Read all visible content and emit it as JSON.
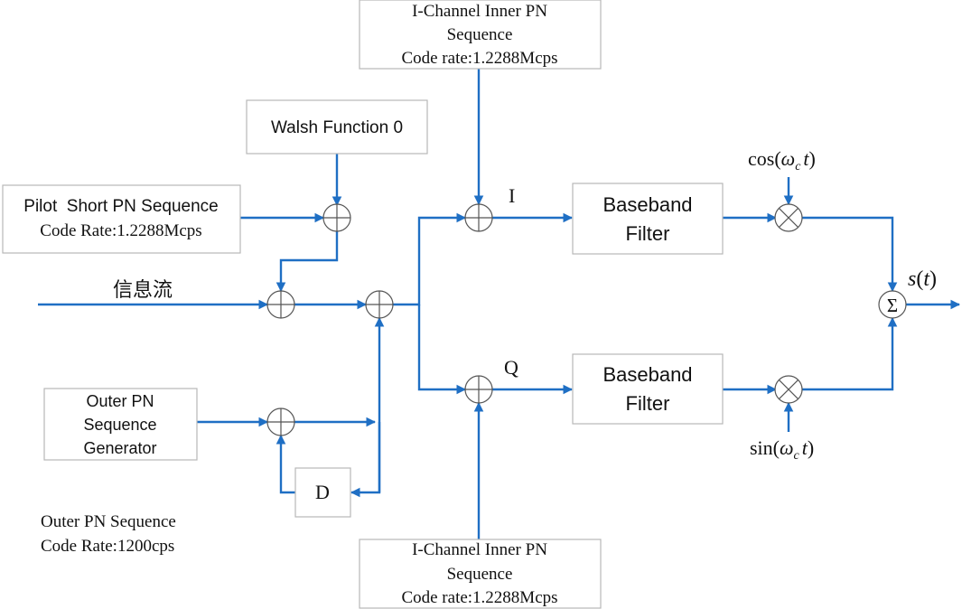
{
  "blocks": {
    "i_inner_pn_top": {
      "line1": "I-Channel Inner PN",
      "line2": "Sequence",
      "line3": "Code rate:1.2288Mcps"
    },
    "walsh": {
      "label": "Walsh Function 0"
    },
    "pilot_pn": {
      "line1": "Pilot  Short PN Sequence",
      "line2": "Code Rate:1.2288Mcps"
    },
    "outer_pn_gen": {
      "line1": "Outer PN",
      "line2": "Sequence",
      "line3": "Generator"
    },
    "delay": {
      "label": "D"
    },
    "baseband_top": {
      "line1": "Baseband",
      "line2": "Filter"
    },
    "baseband_bottom": {
      "line1": "Baseband",
      "line2": "Filter"
    },
    "i_inner_pn_bottom": {
      "line1": "I-Channel Inner PN",
      "line2": "Sequence",
      "line3": "Code rate:1.2288Mcps"
    }
  },
  "labels": {
    "info_stream": "信息流",
    "i_channel": "I",
    "q_channel": "Q",
    "cos_carrier": {
      "fn": "cos(",
      "omega": "ω",
      "sub": "c",
      "t": "t",
      "close": ")"
    },
    "sin_carrier": {
      "fn": "sin(",
      "omega": "ω",
      "sub": "c",
      "t": "t",
      "close": ")"
    },
    "output": {
      "s": "s",
      "open": "(",
      "t": "t",
      "close": ")"
    },
    "summer_symbol": "Σ",
    "outer_pn_note_line1": "Outer PN Sequence",
    "outer_pn_note_line2": "Code Rate:1200cps"
  },
  "colors": {
    "signal_line": "#1f6fc4",
    "block_border": "#b8b8b8",
    "text": "#111111"
  }
}
